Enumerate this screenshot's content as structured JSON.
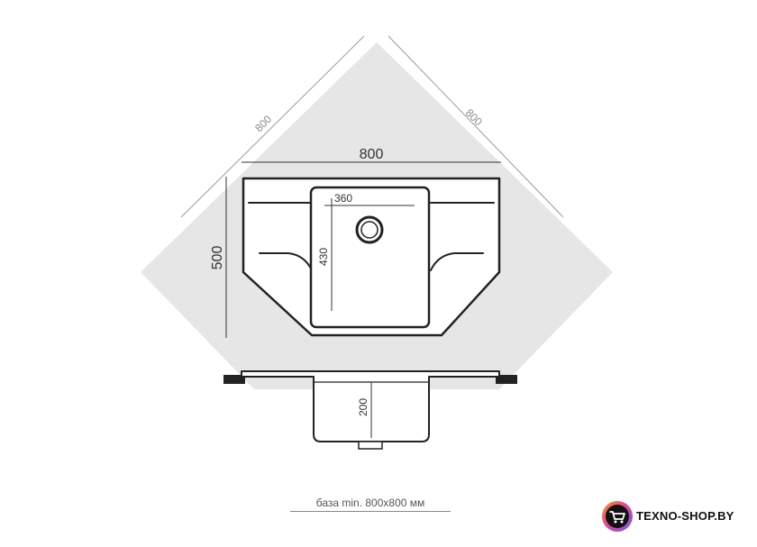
{
  "diagram": {
    "background_color": "#ffffff",
    "shadow_color": "#e6e6e6",
    "outline_color": "#222222",
    "dimensions": {
      "corner_left": "800",
      "corner_right": "800",
      "overall_width": "800",
      "overall_depth": "500",
      "bowl_width": "360",
      "bowl_depth": "430",
      "bowl_height": "200"
    },
    "base_caption": "база min. 800x800 мм"
  },
  "brand": {
    "name": "TEXNO-SHOP.BY",
    "icon": "shopping-cart-icon"
  }
}
